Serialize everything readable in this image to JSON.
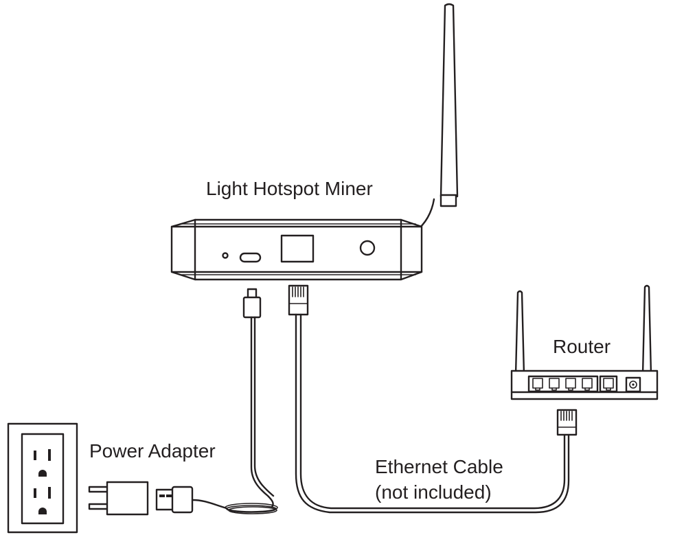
{
  "labels": {
    "miner": "Light Hotspot Miner",
    "router": "Router",
    "adapter": "Power Adapter",
    "ethernet_line1": "Ethernet Cable",
    "ethernet_line2": "(not included)"
  },
  "colors": {
    "ink": "#231f20",
    "background": "#ffffff"
  }
}
